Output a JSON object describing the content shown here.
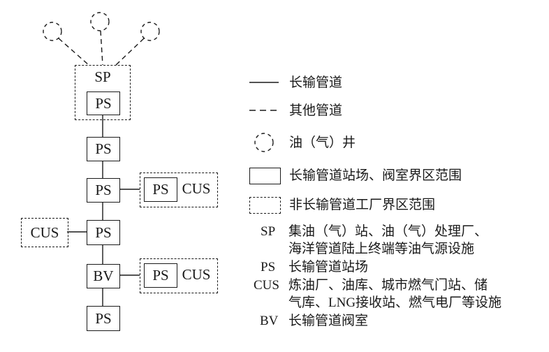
{
  "diagram": {
    "well_count": 3,
    "source_group": {
      "label": "SP",
      "station": "PS"
    },
    "chain": [
      {
        "label": "PS"
      },
      {
        "label": "PS"
      },
      {
        "label": "PS"
      },
      {
        "label": "BV"
      },
      {
        "label": "PS"
      }
    ],
    "left_branch": {
      "label": "CUS"
    },
    "right_branches": [
      {
        "station": "PS",
        "facility": "CUS"
      },
      {
        "station": "PS",
        "facility": "CUS"
      }
    ]
  },
  "legend": {
    "items": [
      {
        "icon": "solid-line-icon",
        "label": "长输管道"
      },
      {
        "icon": "dashed-line-icon",
        "label": "其他管道"
      },
      {
        "icon": "dashed-circle-icon",
        "label": "油（气）井"
      },
      {
        "icon": "solid-rect-icon",
        "label": "长输管道站场、阀室界区范围"
      },
      {
        "icon": "dashed-rect-icon",
        "label": "非长输管道工厂界区范围"
      }
    ],
    "abbreviations": [
      {
        "abbr": "SP",
        "lines": [
          "集油（气）站、油（气）处理厂、",
          "海洋管道陆上终端等油气源设施"
        ]
      },
      {
        "abbr": "PS",
        "lines": [
          "长输管道站场"
        ]
      },
      {
        "abbr": "CUS",
        "lines": [
          "炼油厂、油库、城市燃气门站、储",
          "气库、LNG接收站、燃气电厂等设施"
        ]
      },
      {
        "abbr": "BV",
        "lines": [
          "长输管道阀室"
        ]
      }
    ]
  },
  "colors": {
    "ink": "#1a1a1a",
    "background": "#ffffff"
  }
}
